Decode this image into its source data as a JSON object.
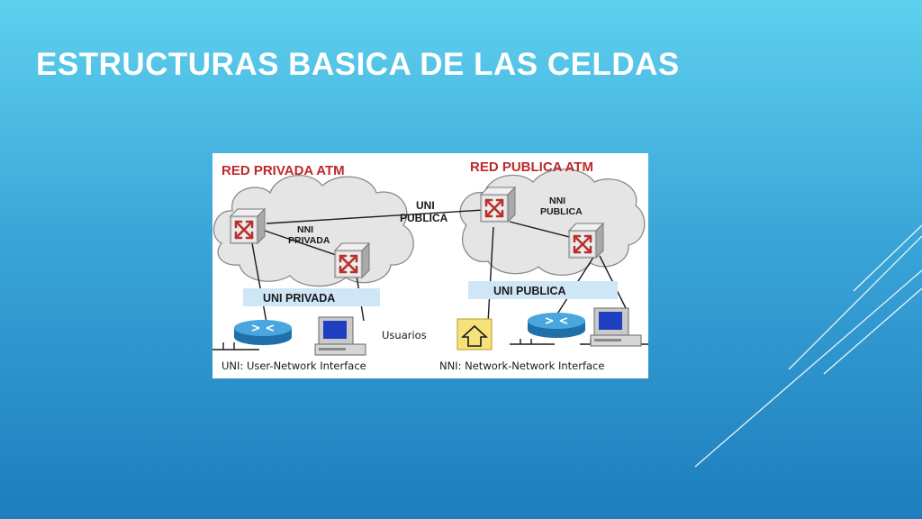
{
  "slide": {
    "title": "ESTRUCTURAS BASICA DE LAS CELDAS"
  },
  "diagram": {
    "private_network_title": "RED PRIVADA ATM",
    "public_network_title": "RED PUBLICA ATM",
    "uni_publica_link_line1": "UNI",
    "uni_publica_link_line2": "PUBLICA",
    "nni_privada_line1": "NNI",
    "nni_privada_line2": "PRIVADA",
    "nni_publica_line1": "NNI",
    "nni_publica_line2": "PUBLICA",
    "uni_privada_bar": "UNI PRIVADA",
    "uni_publica_bar": "UNI PUBLICA",
    "users_label": "Usuarios",
    "uni_legend": "UNI: User-Network Interface",
    "nni_legend": "NNI: Network-Network Interface"
  },
  "colors": {
    "title_red": "#c0282a",
    "bar_blue": "#cfe6f6",
    "switch_red": "#b8312f",
    "router_blue": "#2e88c7",
    "monitor_blue": "#1f3fc0",
    "house_yellow": "#f7e27a"
  },
  "icons": [
    "atm-switch-icon",
    "router-icon",
    "computer-icon",
    "house-icon",
    "cloud-shape"
  ]
}
